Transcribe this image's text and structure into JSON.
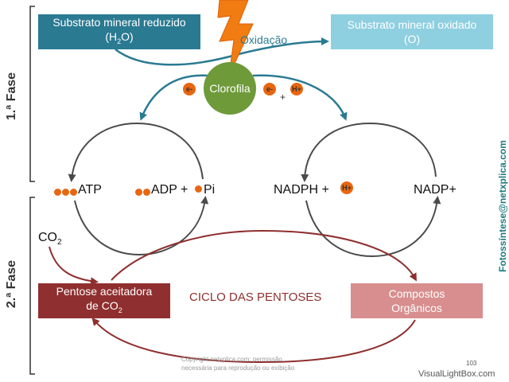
{
  "top_left_box": {
    "line1": "Substrato mineral reduzido",
    "line2_prefix": "(H",
    "line2_sub": "2",
    "line2_suffix": "O)"
  },
  "top_right_box": {
    "line1": "Substrato mineral oxidado",
    "line2": "(O)"
  },
  "oxidation_label": "Oxidação",
  "chlorophyll_label": "Clorofila",
  "electron_label": "e-",
  "proton_label": "H+",
  "plus_sign": "+",
  "phase1_label": "1.ª Fase",
  "phase2_label": "2.ª Fase",
  "atp_label": "ATP",
  "adp_label": "ADP +",
  "pi_label": "Pi",
  "nadph_label": "NADPH +",
  "nadp_label": "NADP+",
  "co2": {
    "prefix": "CO",
    "sub": "2"
  },
  "pentose_box": {
    "line1": "Pentose aceitadora",
    "line2_prefix": "de CO",
    "line2_sub": "2"
  },
  "compounds_box": {
    "line1": "Compostos",
    "line2": "Orgânicos"
  },
  "cycle_label": "CICLO DAS PENTOSES",
  "vertical_credit": "Fotossíntese@netxplica.com",
  "copyright_line1": "Copyright netxplica.com: permissão",
  "copyright_line2": "necessária para reprodução ou exibição",
  "page_number": "103",
  "watermark": "VisualLightBox.com",
  "colors": {
    "teal_dark": "#2a7a92",
    "teal_light": "#8ecfe0",
    "green": "#6e9a3a",
    "orange": "#e8660f",
    "dark_red": "#8f2f2f",
    "pink": "#d88e8e",
    "credit_teal": "#1f7a80"
  }
}
